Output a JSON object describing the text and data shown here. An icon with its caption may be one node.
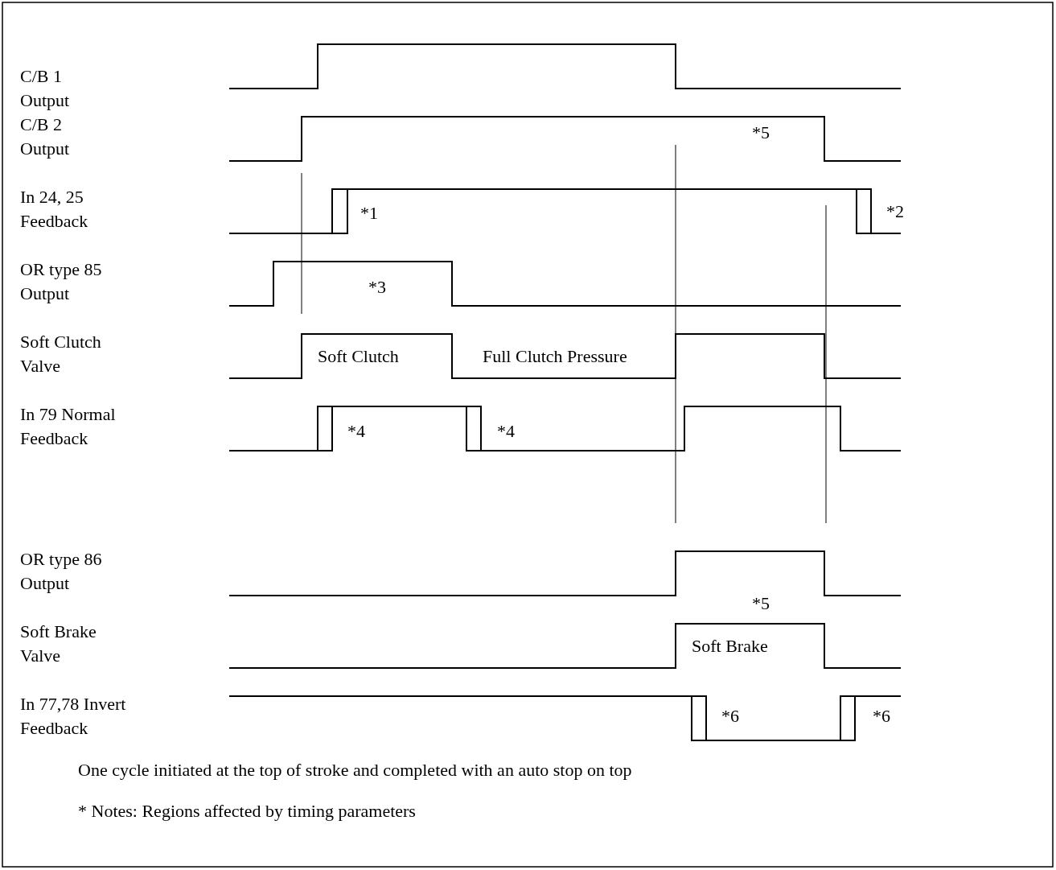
{
  "diagram": {
    "labels": [
      "C/B 1 Output",
      "C/B 2 Output",
      "*5",
      "In 24, 25 Feedback",
      "*1",
      "*2",
      "OR type 85 Output",
      "*3",
      "Soft Clutch Valve",
      "Soft Clutch",
      "Full Clutch Pressure",
      "In 79 Normal Feedback",
      "*4",
      "*4",
      "OR type 86 Output",
      "*5",
      "Soft Brake Valve",
      "Soft Brake",
      "In 77,78 Invert Feedback",
      "*6",
      "*6",
      "One cycle initiated at the top of stroke and completed with an auto stop on top",
      "* Notes: Regions affected by timing parameters"
    ]
  }
}
